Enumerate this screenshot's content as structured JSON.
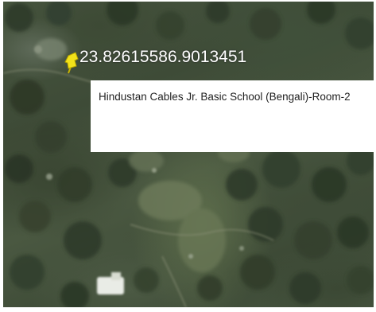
{
  "map": {
    "coordinates": "23.82615586.9013451",
    "pin_icon": "yellow-pushpin-icon",
    "pin_color": "#f2e21a",
    "place_label": "Hindustan Cables Jr. Basic School (Bengali)-Room-2",
    "view": "satellite"
  }
}
